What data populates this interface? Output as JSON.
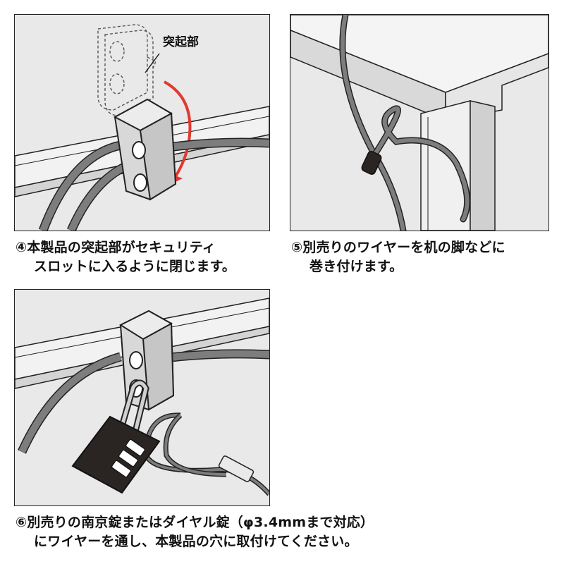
{
  "panels": [
    {
      "id": "step4",
      "callout_label": "突起部",
      "caption_line1": "④本製品の突起部がセキュリティ",
      "caption_line2": "スロットに入るように閉じます。"
    },
    {
      "id": "step5",
      "caption_line1": "⑤別売りのワイヤーを机の脚などに",
      "caption_line2": "巻き付けます。"
    },
    {
      "id": "step6",
      "caption_line1": "⑥別売りの南京錠またはダイヤル錠（φ3.4mmまで対応）",
      "caption_line2": "にワイヤーを通し、本製品の穴に取付けてください。"
    }
  ],
  "colors": {
    "panel_background": "#e9e9e9",
    "outline": "#222222",
    "device_body": "#d8d8d8",
    "cable": "#7d7d7d",
    "arrow": "#e03a2f",
    "lock_body": "#2a2522",
    "table_surface": "#f4f4f4"
  }
}
